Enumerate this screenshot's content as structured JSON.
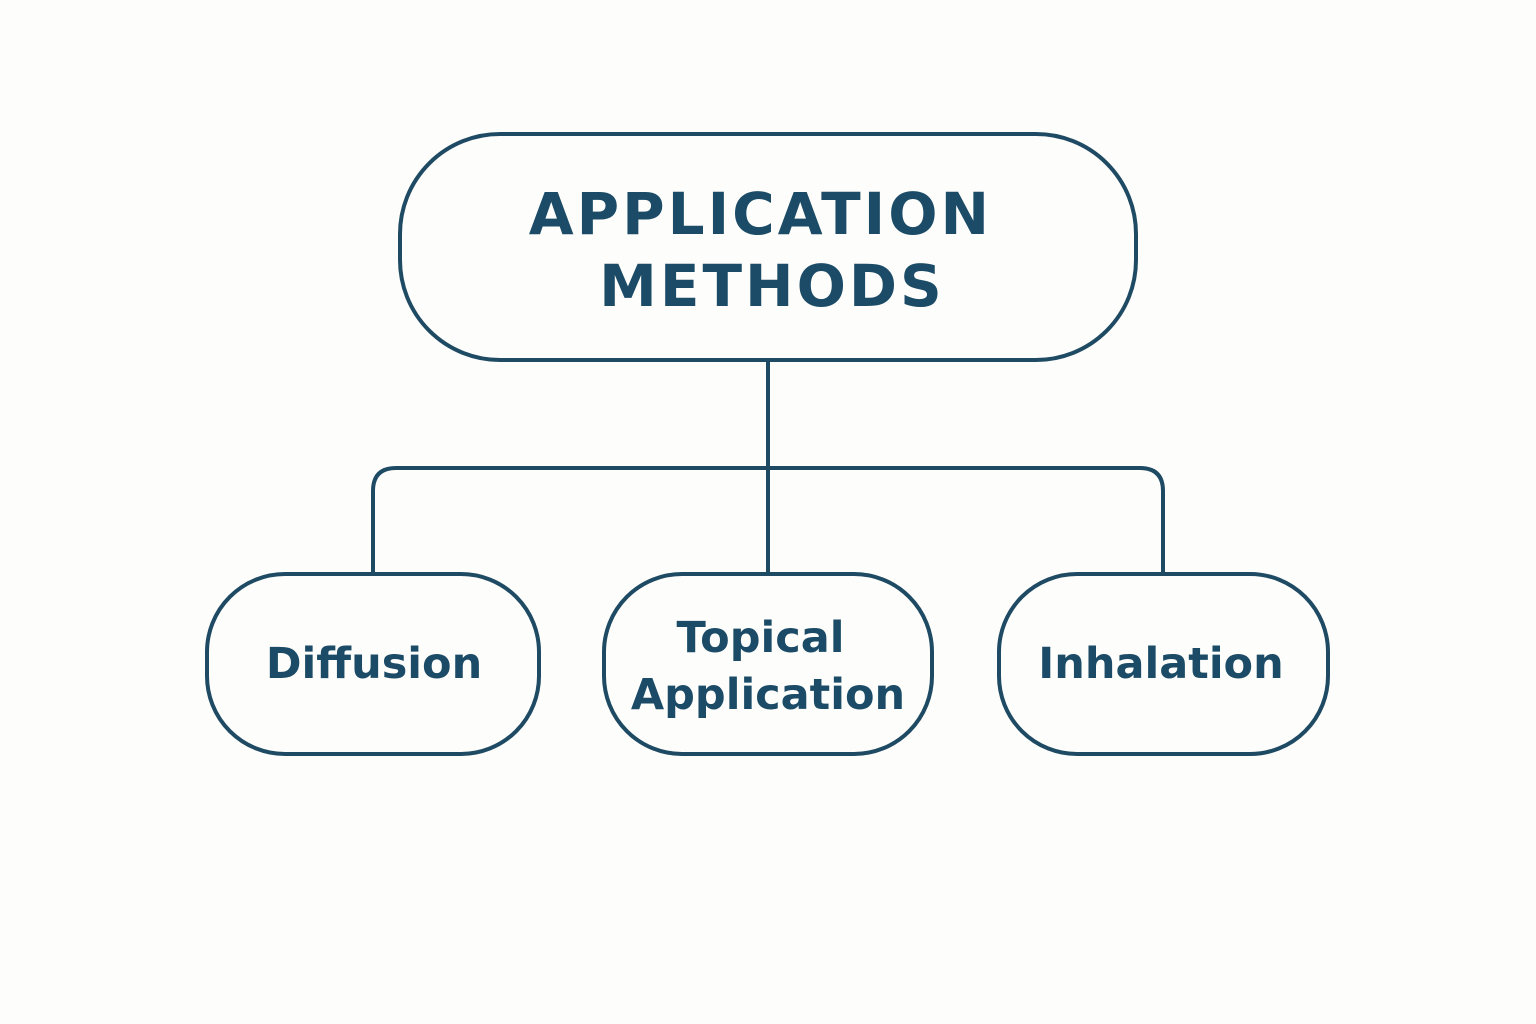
{
  "diagram": {
    "type": "hierarchy",
    "colors": {
      "stroke": "#1e4a63",
      "text": "#1b4b66",
      "background": "#fdfdfb"
    },
    "root": {
      "lines": [
        "APPLICATION",
        "METHODS"
      ]
    },
    "children": [
      {
        "id": "diffusion",
        "lines": [
          "Diffusion"
        ]
      },
      {
        "id": "topical-application",
        "lines": [
          "Topical",
          "Application"
        ]
      },
      {
        "id": "inhalation",
        "lines": [
          "Inhalation"
        ]
      }
    ]
  }
}
